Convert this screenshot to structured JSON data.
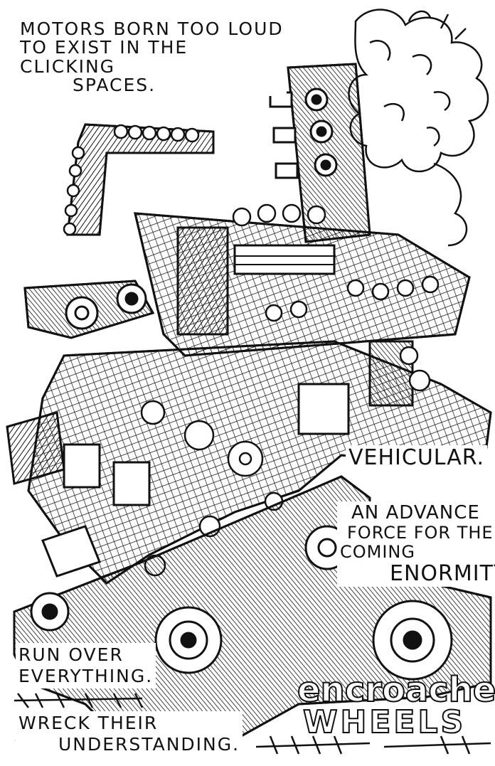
{
  "captions": {
    "intro": [
      "MOTORS BORN TOO LOUD",
      "TO EXIST IN THE",
      "CLICKING",
      "SPACES."
    ],
    "vehicular": "VEHICULAR.",
    "advance": [
      "AN ADVANCE",
      "FORCE FOR THE",
      "COMING",
      "ENORMITY."
    ],
    "run": [
      "RUN OVER",
      "EVERYTHING."
    ],
    "wreck": [
      "WRECK THEIR",
      "UNDERSTANDING."
    ]
  },
  "title": {
    "line1": "encroacher:",
    "line2": "WHEELS"
  },
  "colors": {
    "ink": "#111111",
    "paper": "#ffffff"
  },
  "art": {
    "subject": "ink-drawn-machinery-pile",
    "icons": [
      "wheel-icon",
      "smoke-cloud-icon",
      "gear-icon"
    ]
  }
}
